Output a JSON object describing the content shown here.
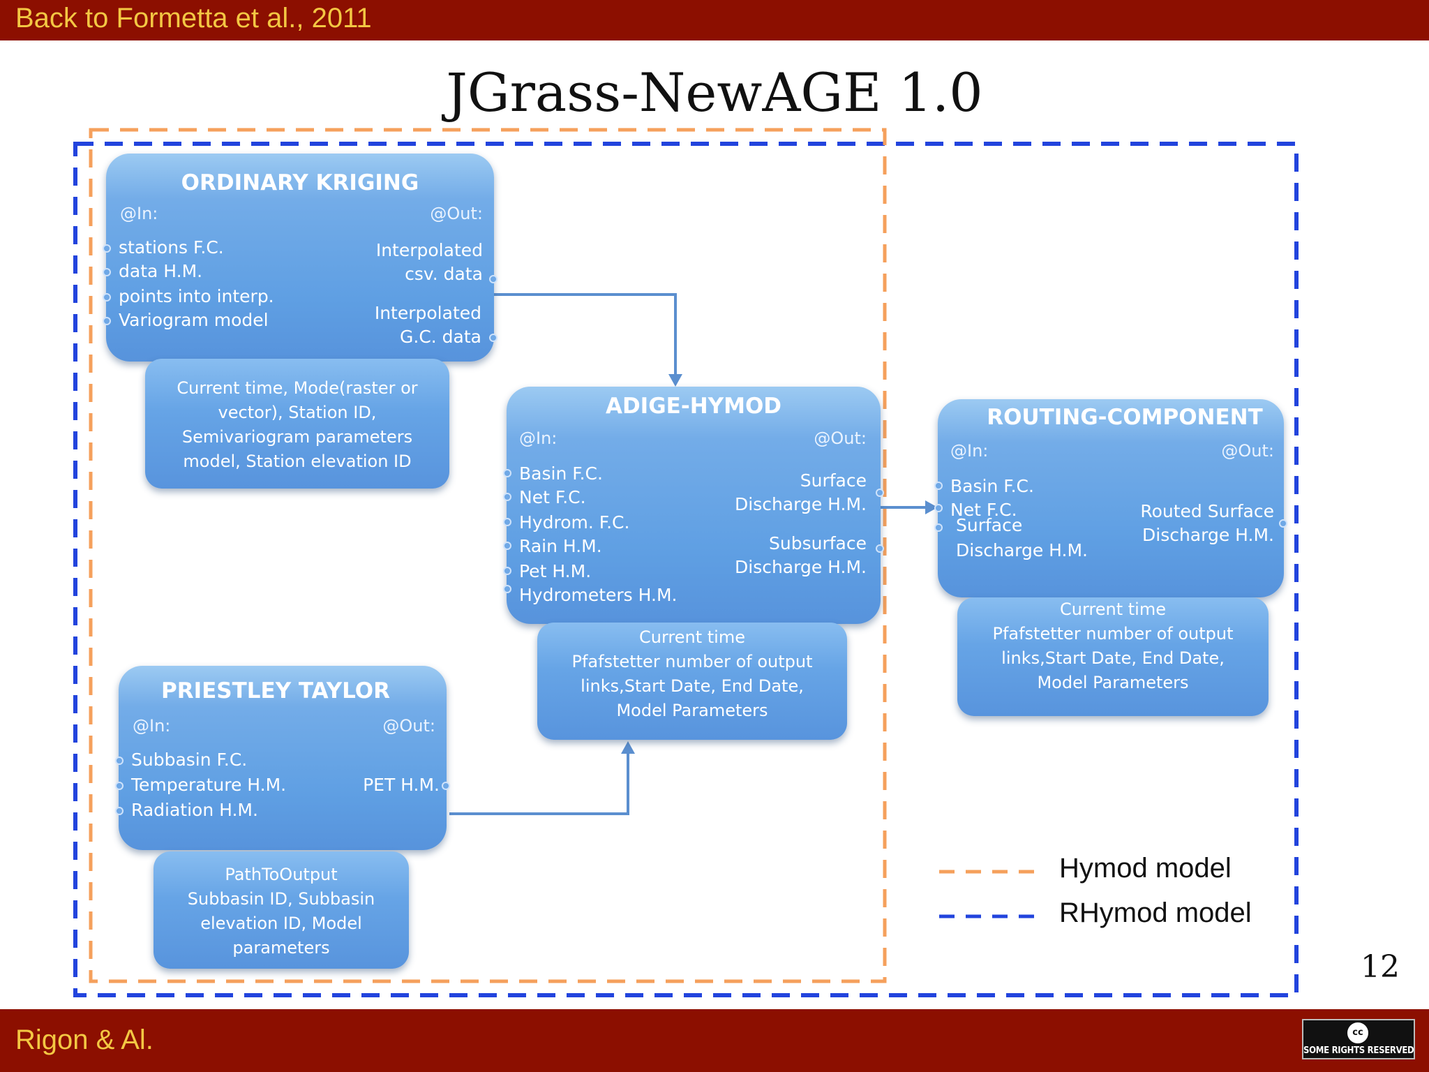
{
  "header": {
    "back_link": "Back to Formetta et al., 2011"
  },
  "title": "JGrass-NewAGE 1.0",
  "footer": {
    "authors": "Rigon & Al.",
    "license_badge": "SOME RIGHTS RESERVED",
    "license_icon": "cc-icon"
  },
  "page_number": "12",
  "colors": {
    "bar": "#8c0f00",
    "bar_text": "#f3c743",
    "hymod_frame": "#f5a05c",
    "rhymod_frame": "#2244dd",
    "box": "#5f9fe3"
  },
  "components": {
    "kriging": {
      "title": "ORDINARY KRIGING",
      "in_label": "@In:",
      "out_label": "@Out:",
      "inputs": [
        "stations F.C.",
        "data H.M.",
        "points into interp.",
        "Variogram model"
      ],
      "outputs": [
        "Interpolated",
        "csv. data",
        "Interpolated",
        "G.C. data"
      ],
      "params": [
        "Current time, Mode(raster or",
        "vector), Station ID,",
        "Semivariogram parameters",
        "model, Station elevation ID"
      ]
    },
    "hymod": {
      "title": "ADIGE-HYMOD",
      "in_label": "@In:",
      "out_label": "@Out:",
      "inputs": [
        "Basin F.C.",
        "Net F.C.",
        "Hydrom. F.C.",
        "Rain H.M.",
        "Pet H.M.",
        "Hydrometers H.M."
      ],
      "outputs": [
        "Surface",
        "Discharge H.M.",
        "Subsurface",
        "Discharge H.M."
      ],
      "params": [
        "Current time",
        "Pfafstetter number of output",
        "links,Start Date, End Date,",
        "Model Parameters"
      ]
    },
    "routing": {
      "title": "ROUTING-COMPONENT",
      "in_label": "@In:",
      "out_label": "@Out:",
      "inputs": [
        "Basin F.C.",
        "Net F.C.",
        "Surface",
        "Discharge H.M."
      ],
      "outputs": [
        "Routed Surface",
        "Discharge H.M."
      ],
      "params": [
        "Current time",
        "Pfafstetter number of output",
        "links,Start Date, End Date,",
        "Model Parameters"
      ]
    },
    "priestley": {
      "title": "PRIESTLEY TAYLOR",
      "in_label": "@In:",
      "out_label": "@Out:",
      "inputs": [
        "Subbasin F.C.",
        "Temperature H.M.",
        "Radiation H.M."
      ],
      "outputs": [
        "PET H.M."
      ],
      "params": [
        "PathToOutput",
        "Subbasin ID, Subbasin",
        "elevation ID, Model",
        "parameters"
      ]
    }
  },
  "legend": {
    "hymod": "Hymod model",
    "rhymod": "RHymod model"
  }
}
